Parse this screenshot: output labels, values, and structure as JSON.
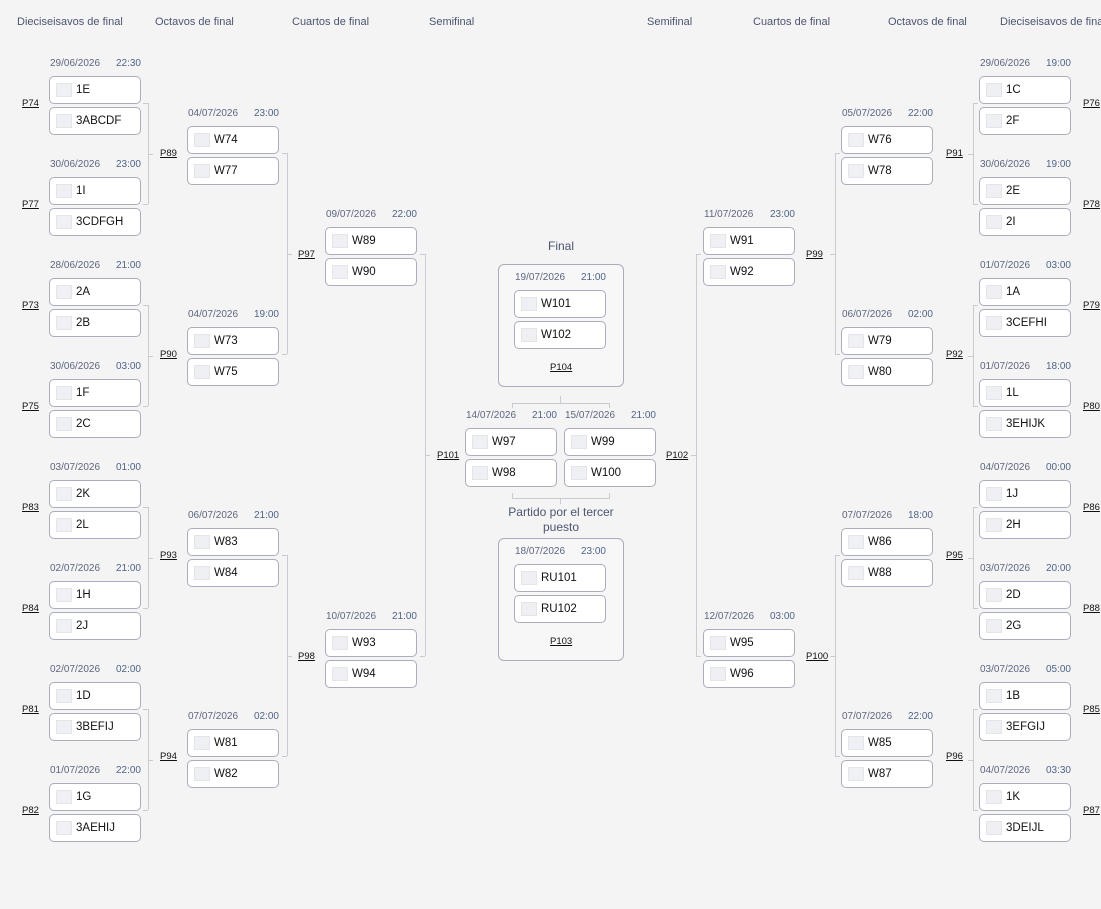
{
  "headers_left": [
    "Dieciseisavos de final",
    "Octavos de final",
    "Cuartos de final",
    "Semifinal"
  ],
  "headers_right": [
    "Semifinal",
    "Cuartos de final",
    "Octavos de final",
    "Dieciseisavos de fina"
  ],
  "left": {
    "r32": [
      {
        "id": "P74",
        "date": "29/06/2026",
        "time": "22:30",
        "teams": [
          "1E",
          "3ABCDF"
        ]
      },
      {
        "id": "P77",
        "date": "30/06/2026",
        "time": "23:00",
        "teams": [
          "1I",
          "3CDFGH"
        ]
      },
      {
        "id": "P73",
        "date": "28/06/2026",
        "time": "21:00",
        "teams": [
          "2A",
          "2B"
        ]
      },
      {
        "id": "P75",
        "date": "30/06/2026",
        "time": "03:00",
        "teams": [
          "1F",
          "2C"
        ]
      },
      {
        "id": "P83",
        "date": "03/07/2026",
        "time": "01:00",
        "teams": [
          "2K",
          "2L"
        ]
      },
      {
        "id": "P84",
        "date": "02/07/2026",
        "time": "21:00",
        "teams": [
          "1H",
          "2J"
        ]
      },
      {
        "id": "P81",
        "date": "02/07/2026",
        "time": "02:00",
        "teams": [
          "1D",
          "3BEFIJ"
        ]
      },
      {
        "id": "P82",
        "date": "01/07/2026",
        "time": "22:00",
        "teams": [
          "1G",
          "3AEHIJ"
        ]
      }
    ],
    "r16": [
      {
        "id": "P89",
        "date": "04/07/2026",
        "time": "23:00",
        "teams": [
          "W74",
          "W77"
        ]
      },
      {
        "id": "P90",
        "date": "04/07/2026",
        "time": "19:00",
        "teams": [
          "W73",
          "W75"
        ]
      },
      {
        "id": "P93",
        "date": "06/07/2026",
        "time": "21:00",
        "teams": [
          "W83",
          "W84"
        ]
      },
      {
        "id": "P94",
        "date": "07/07/2026",
        "time": "02:00",
        "teams": [
          "W81",
          "W82"
        ]
      }
    ],
    "qf": [
      {
        "id": "P97",
        "date": "09/07/2026",
        "time": "22:00",
        "teams": [
          "W89",
          "W90"
        ]
      },
      {
        "id": "P98",
        "date": "10/07/2026",
        "time": "21:00",
        "teams": [
          "W93",
          "W94"
        ]
      }
    ],
    "sf": {
      "id": "P101",
      "date": "14/07/2026",
      "time": "21:00",
      "teams": [
        "W97",
        "W98"
      ]
    }
  },
  "right": {
    "r32": [
      {
        "id": "P76",
        "date": "29/06/2026",
        "time": "19:00",
        "teams": [
          "1C",
          "2F"
        ]
      },
      {
        "id": "P78",
        "date": "30/06/2026",
        "time": "19:00",
        "teams": [
          "2E",
          "2I"
        ]
      },
      {
        "id": "P79",
        "date": "01/07/2026",
        "time": "03:00",
        "teams": [
          "1A",
          "3CEFHI"
        ]
      },
      {
        "id": "P80",
        "date": "01/07/2026",
        "time": "18:00",
        "teams": [
          "1L",
          "3EHIJK"
        ]
      },
      {
        "id": "P86",
        "date": "04/07/2026",
        "time": "00:00",
        "teams": [
          "1J",
          "2H"
        ]
      },
      {
        "id": "P88",
        "date": "03/07/2026",
        "time": "20:00",
        "teams": [
          "2D",
          "2G"
        ]
      },
      {
        "id": "P85",
        "date": "03/07/2026",
        "time": "05:00",
        "teams": [
          "1B",
          "3EFGIJ"
        ]
      },
      {
        "id": "P87",
        "date": "04/07/2026",
        "time": "03:30",
        "teams": [
          "1K",
          "3DEIJL"
        ]
      }
    ],
    "r16": [
      {
        "id": "P91",
        "date": "05/07/2026",
        "time": "22:00",
        "teams": [
          "W76",
          "W78"
        ]
      },
      {
        "id": "P92",
        "date": "06/07/2026",
        "time": "02:00",
        "teams": [
          "W79",
          "W80"
        ]
      },
      {
        "id": "P95",
        "date": "07/07/2026",
        "time": "18:00",
        "teams": [
          "W86",
          "W88"
        ]
      },
      {
        "id": "P96",
        "date": "07/07/2026",
        "time": "22:00",
        "teams": [
          "W85",
          "W87"
        ]
      }
    ],
    "qf": [
      {
        "id": "P99",
        "date": "11/07/2026",
        "time": "23:00",
        "teams": [
          "W91",
          "W92"
        ]
      },
      {
        "id": "P100",
        "date": "12/07/2026",
        "time": "03:00",
        "teams": [
          "W95",
          "W96"
        ]
      }
    ],
    "sf": {
      "id": "P102",
      "date": "15/07/2026",
      "time": "21:00",
      "teams": [
        "W99",
        "W100"
      ]
    }
  },
  "final": {
    "title": "Final",
    "id": "P104",
    "date": "19/07/2026",
    "time": "21:00",
    "teams": [
      "W101",
      "W102"
    ]
  },
  "third": {
    "title": "Partido por el tercer puesto",
    "id": "P103",
    "date": "18/07/2026",
    "time": "23:00",
    "teams": [
      "RU101",
      "RU102"
    ]
  }
}
